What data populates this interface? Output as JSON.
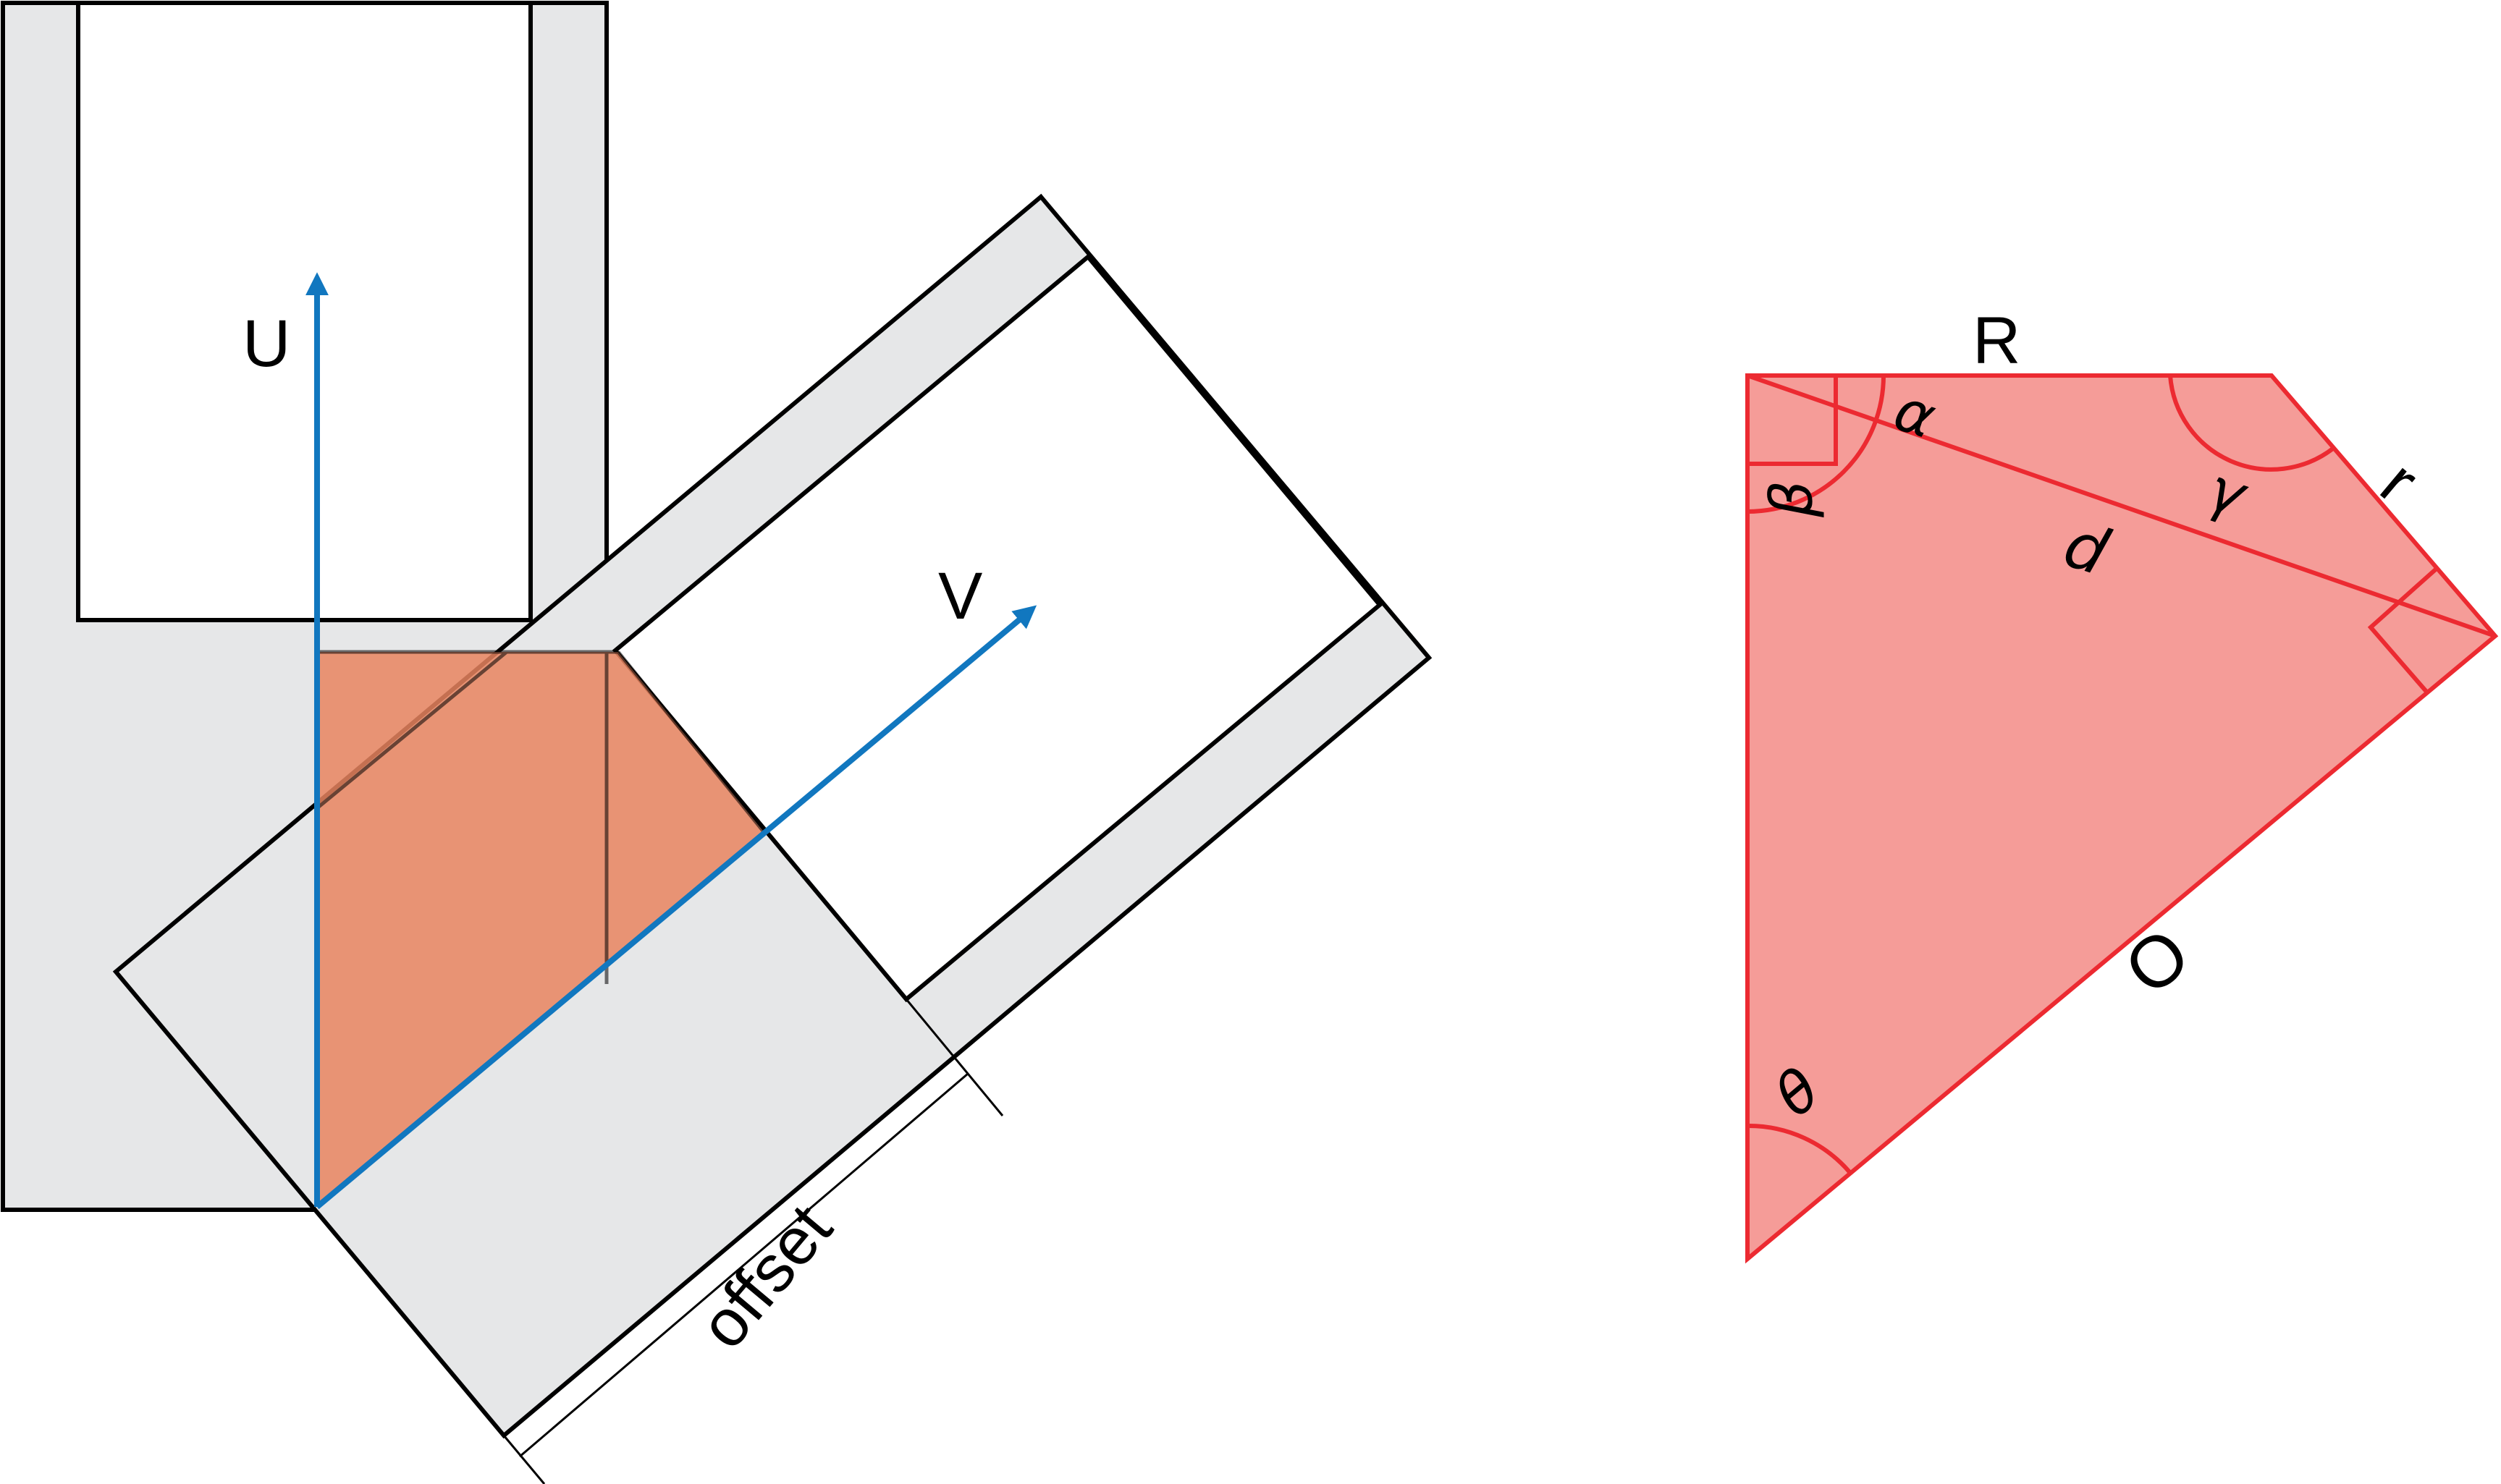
{
  "colors": {
    "frame_fill": "#e6e7e8",
    "frame_stroke": "#000000",
    "overlap_fill": "#e7845f",
    "vector_color": "#1177bf",
    "shape_fill": "#f59c98",
    "shape_stroke": "#ec2a31"
  },
  "left_figure": {
    "vector_u_label": "U",
    "vector_v_label": "V",
    "offset_label": "offset"
  },
  "right_figure": {
    "side_R_label": "R",
    "side_r_label": "r",
    "diagonal_d_label": "d",
    "side_O_label": "O",
    "angle_alpha_label": "α",
    "angle_beta_label": "β",
    "angle_gamma_label": "γ",
    "angle_theta_label": "θ"
  }
}
